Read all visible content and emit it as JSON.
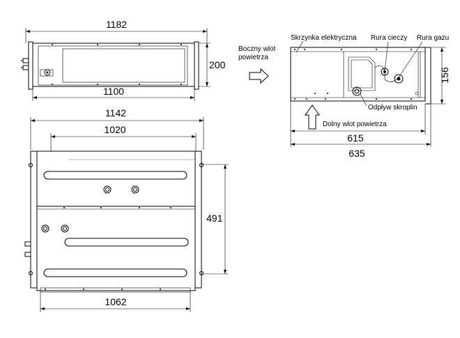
{
  "dimensions": {
    "top_width_outer": "1182",
    "top_width_inner": "1100",
    "top_height": "200",
    "front_width_outer": "1142",
    "front_width_inner": "1020",
    "front_height": "491",
    "front_bottom_width": "1062",
    "side_width_inner": "615",
    "side_width_outer": "635",
    "side_height": "156"
  },
  "labels": {
    "side_air_inlet": "Boczny wlot\npowietrza",
    "bottom_air_inlet": "Dolny wlot powietrza",
    "electric_box": "Skrzynka elektryczna",
    "liquid_pipe": "Rura cieczy",
    "gas_pipe": "Rura gazu",
    "condensate_drain": "Odpływ skroplin"
  }
}
